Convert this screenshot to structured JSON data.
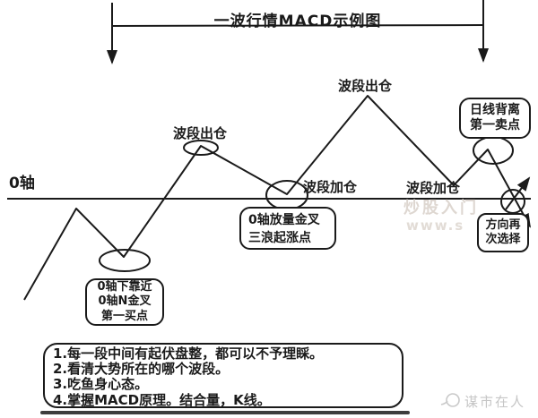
{
  "title": "一波行情MACD示例图",
  "zero_axis_label": "0轴",
  "wave_labels": {
    "exit_1": "波段出仓",
    "exit_2": "波段出仓",
    "add_1": "波段加仓",
    "add_2": "波段加仓"
  },
  "callouts": {
    "first_buy": "0轴下靠近\n0轴N金叉\n第一买点",
    "golden_cross": "0轴放量金叉\n三浪起涨点",
    "first_sell": "日线背离\n第一卖点",
    "direction": "方向再\n次选择"
  },
  "notes": {
    "lines": [
      "1.每一段中间有起伏盘整，都可以不予理睬。",
      "2.看清大势所在的哪个波段。",
      "3.吃鱼身心态。",
      "4.掌握MACD原理。结合量，K线。"
    ]
  },
  "watermarks": {
    "site_line1": "炒股入门",
    "site_line2": "www.s",
    "brand": "谋市在人"
  },
  "colors": {
    "ink": "#1a1a1a",
    "watermark_gray": "#c6c6c6",
    "watermark_faint": "#ded7d1"
  }
}
